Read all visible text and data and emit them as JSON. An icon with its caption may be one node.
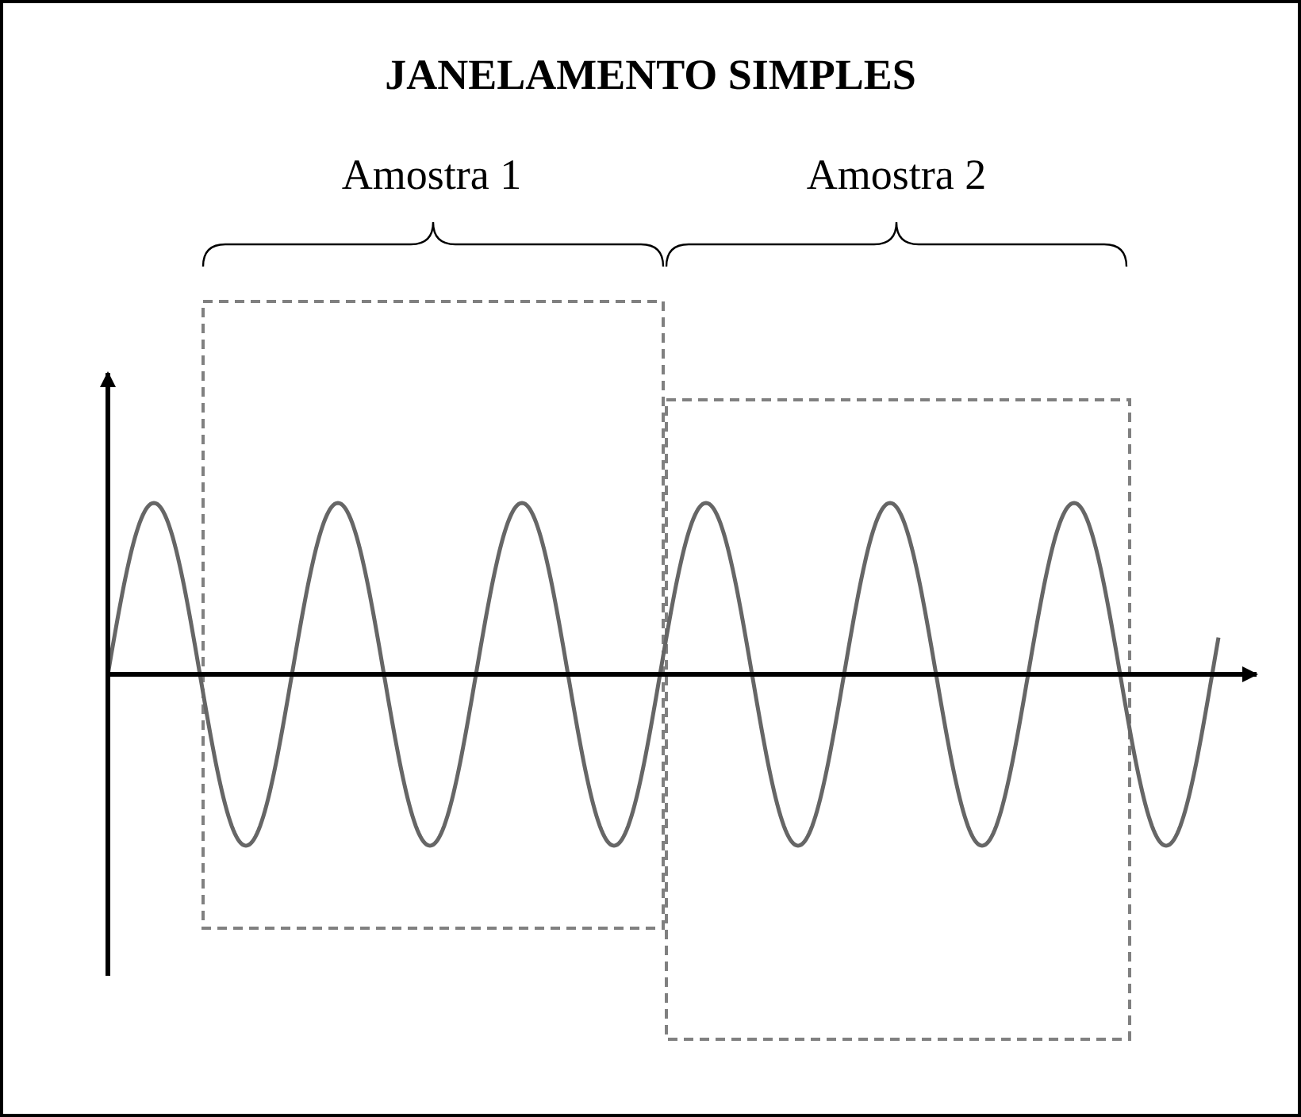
{
  "diagram": {
    "title": "JANELAMENTO SIMPLES",
    "labels": [
      "Amostra 1",
      "Amostra 2"
    ]
  }
}
